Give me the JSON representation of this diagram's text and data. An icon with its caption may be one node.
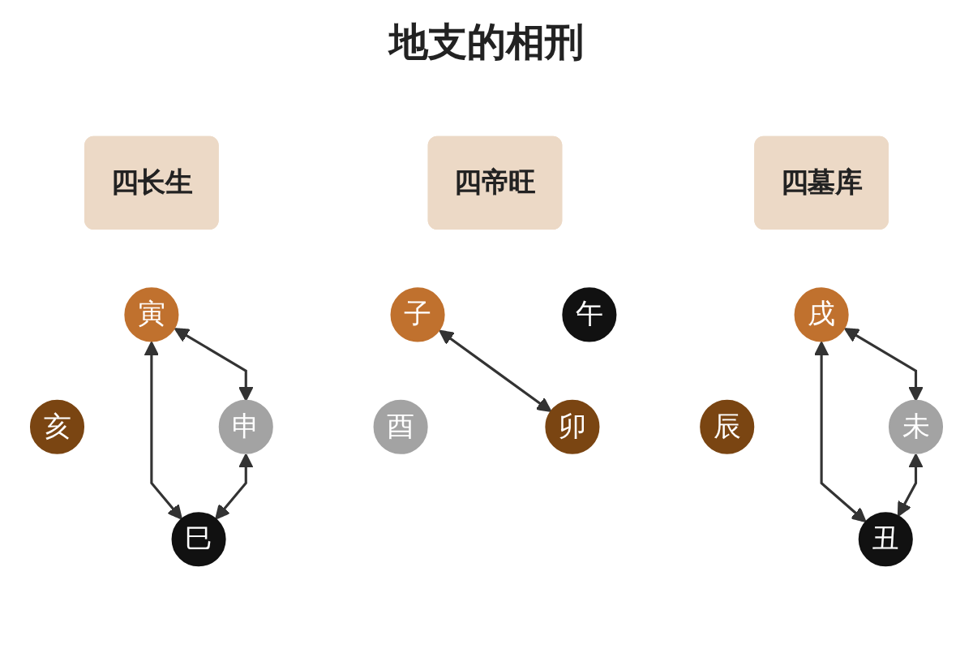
{
  "diagram": {
    "title": "地支的相刑",
    "nodes": [
      {
        "text": [
          "四长生"
        ]
      },
      {
        "text": [
          "寅"
        ]
      },
      {
        "text": [
          "巳"
        ]
      },
      {
        "text": [
          "申"
        ]
      },
      {
        "text": [
          "亥"
        ]
      },
      {
        "text": [
          "四帝旺"
        ]
      },
      {
        "text": [
          "子"
        ]
      },
      {
        "text": [
          "午"
        ]
      },
      {
        "text": [
          "酉"
        ]
      },
      {
        "text": [
          "卯"
        ]
      },
      {
        "text": [
          "四墓库"
        ]
      },
      {
        "text": [
          "戌"
        ]
      },
      {
        "text": [
          "丑"
        ]
      },
      {
        "text": [
          "未"
        ]
      },
      {
        "text": [
          "辰"
        ]
      }
    ],
    "edges": [
      {
        "from": 1,
        "to": 2,
        "arrow": "both"
      },
      {
        "from": 1,
        "to": 3,
        "arrow": "both"
      },
      {
        "from": 3,
        "to": 2,
        "arrow": "both"
      },
      {
        "from": 6,
        "to": 9,
        "arrow": "both"
      },
      {
        "from": 11,
        "to": 12,
        "arrow": "both"
      },
      {
        "from": 11,
        "to": 13,
        "arrow": "both"
      },
      {
        "from": 13,
        "to": 12,
        "arrow": "both"
      }
    ]
  }
}
